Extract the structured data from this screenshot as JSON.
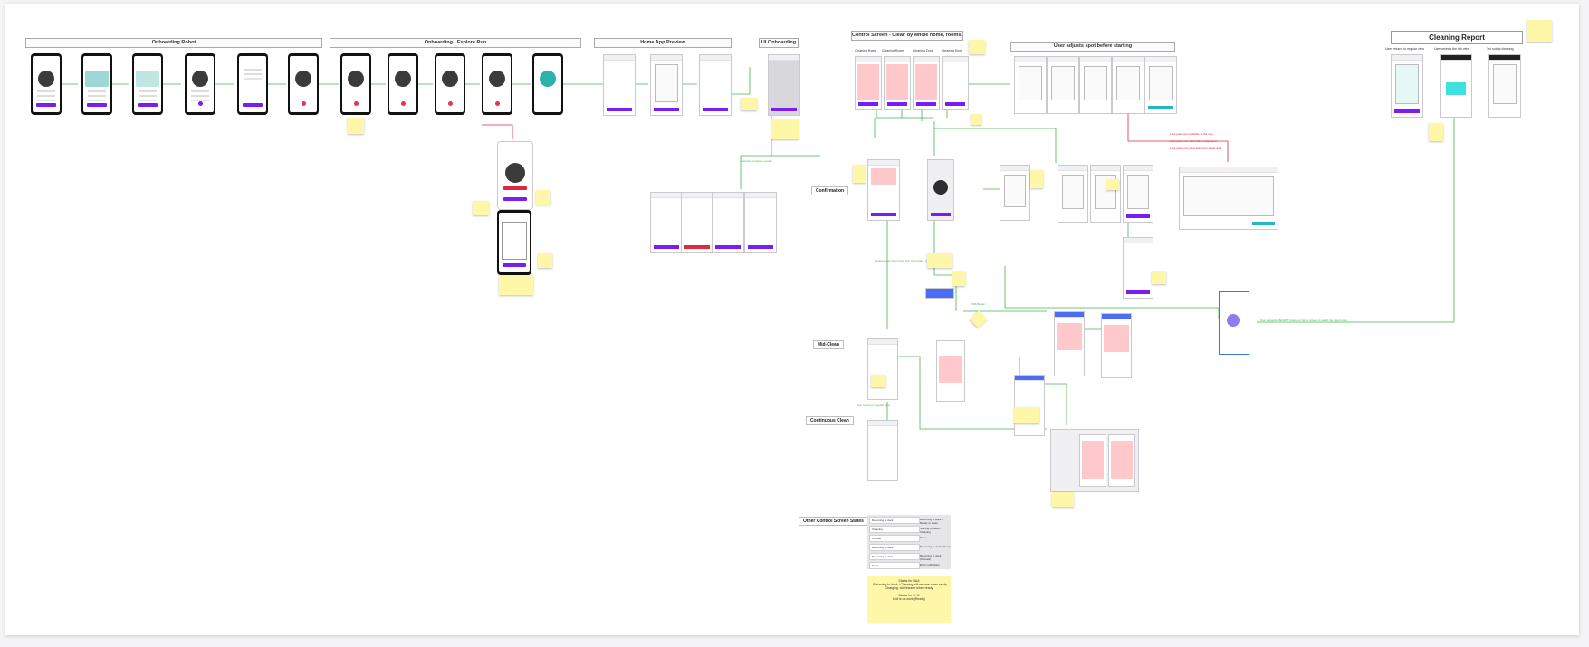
{
  "sections": {
    "onboarding_robot": "Onboarding Robot",
    "onboarding_explore_run": "Onboarding - Explore Run",
    "home_app_preview": "Home App Preview",
    "ui_onboarding": "UI Onboarding",
    "control_screen": "Control Screen - Clean by whole home, rooms, zones and spot",
    "user_adjusts": "User adjusts spot before starting",
    "cleaning_report": "Cleaning Report"
  },
  "column_titles": {
    "cleaning_home": "Cleaning Home",
    "cleaning_room": "Cleaning Room",
    "cleaning_zone": "Cleaning Zone",
    "cleaning_spot": "Cleaning Spot",
    "report_a": "User returns to regular view",
    "report_b": "User selects the tab view",
    "report_c": "3rd sub-ip cleaning"
  },
  "row_labels": {
    "confirmation": "Confirmation",
    "mid_clean": "Mid-Clean",
    "continuous_clean": "Continuous Clean",
    "other_states": "Other Control Screen States"
  },
  "states": [
    {
      "chip": "Returning to dock",
      "desc": "Returning to dock / Ready to clean"
    },
    {
      "chip": "Cleaning",
      "desc": "Starting to clean / Cleaning"
    },
    {
      "chip": "Docked",
      "desc": "Done"
    },
    {
      "chip": "Returning to dock",
      "desc": "Returning to dock (Done)"
    },
    {
      "chip": "Returning to dock",
      "desc": "Returning to dock (Paused)"
    },
    {
      "chip": "Stuck",
      "desc": "Error notification"
    }
  ],
  "status_note": {
    "line1": "Status for N&A",
    "line2": "- Returning to dock / Cleaning will resume when ready",
    "line3": "Charging, will resume when ready",
    "line4": "Status for G+D",
    "line5": "Unit is on work (Ready)"
  },
  "green_labels": {
    "mid_run": "Repeat clean when they click more than 1 time",
    "upd_btn": "UMS Button",
    "user_returns": "User returns to regular view",
    "cleaning_progress": "Cleaning progress overlay",
    "reports": "User expands RECENT button on home screen to select the report view"
  },
  "red_labels": {
    "r1": "Look pass spot available at the map",
    "r2": "Look pass next robot within range area",
    "r3": "Look pass next robot starting to target area"
  },
  "colors": {
    "accent": "#7a1cf5",
    "flow": "#45b54a",
    "error": "#e0283f",
    "note": "#fff7a8",
    "pink": "#ffc9cc"
  }
}
